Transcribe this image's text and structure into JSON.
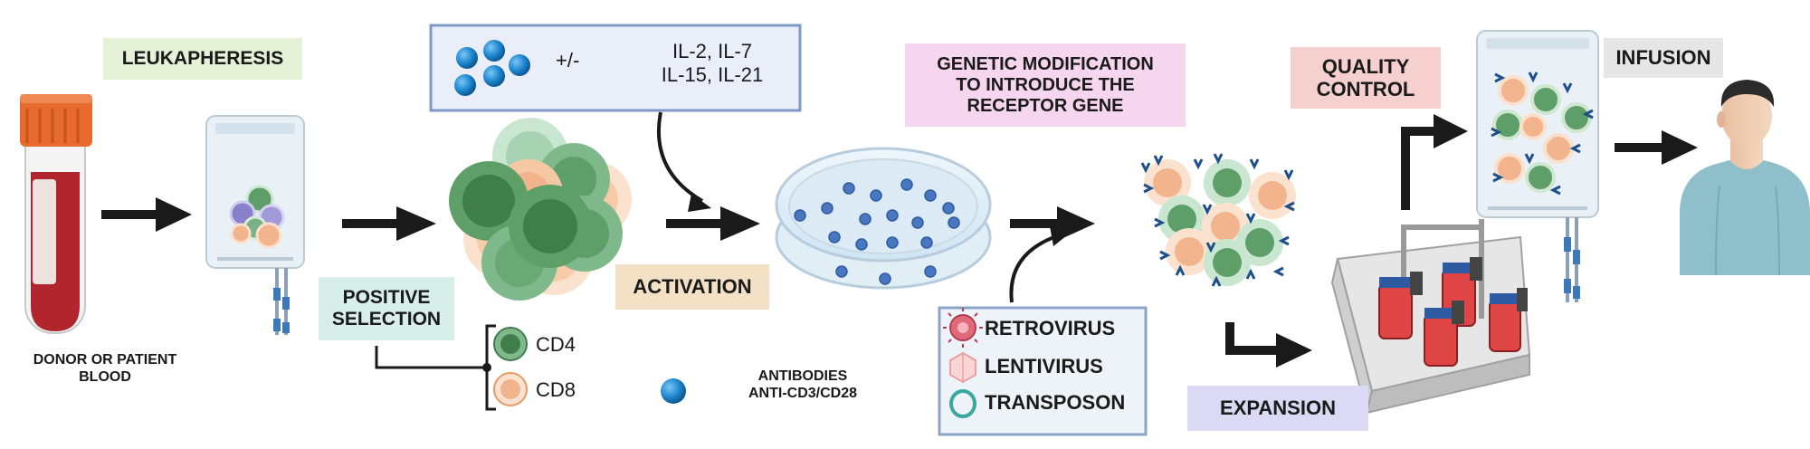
{
  "steps": {
    "leukapheresis": "LEUKAPHERESIS",
    "positive_selection": "POSITIVE\nSELECTION",
    "activation": "ACTIVATION",
    "genetic_modification": "GENETIC MODIFICATION\nTO INTRODUCE THE\nRECEPTOR GENE",
    "quality_control": "QUALITY\nCONTROL",
    "expansion": "EXPANSION",
    "infusion": "INFUSION"
  },
  "blood_label": "DONOR OR PATIENT\nBLOOD",
  "cell_legend": {
    "cd4": "CD4",
    "cd8": "CD8"
  },
  "cytokine_box": {
    "sign": "+/-",
    "cytokines": "IL-2, IL-7\nIL-15, IL-21"
  },
  "antibodies_label": "ANTIBODIES\nANTI-CD3/CD28",
  "vectors": {
    "retrovirus": "RETROVIRUS",
    "lentivirus": "LENTIVIRUS",
    "transposon": "TRANSPOSON"
  },
  "colors": {
    "leukapheresis_bg": "#e6f2d8",
    "selection_bg": "#d7eeea",
    "activation_bg": "#f3e1c6",
    "genetic_bg": "#f6d6ee",
    "qc_bg": "#f6cfcf",
    "expansion_bg": "#dcd9f5",
    "infusion_bg": "#e6e6e6",
    "arrow": "#1a1a1a",
    "cd4": "#5e9e69",
    "cd8": "#f2b48c",
    "bead": "#1e88d0",
    "blood": "#b0262c",
    "cap": "#e86a2c"
  }
}
